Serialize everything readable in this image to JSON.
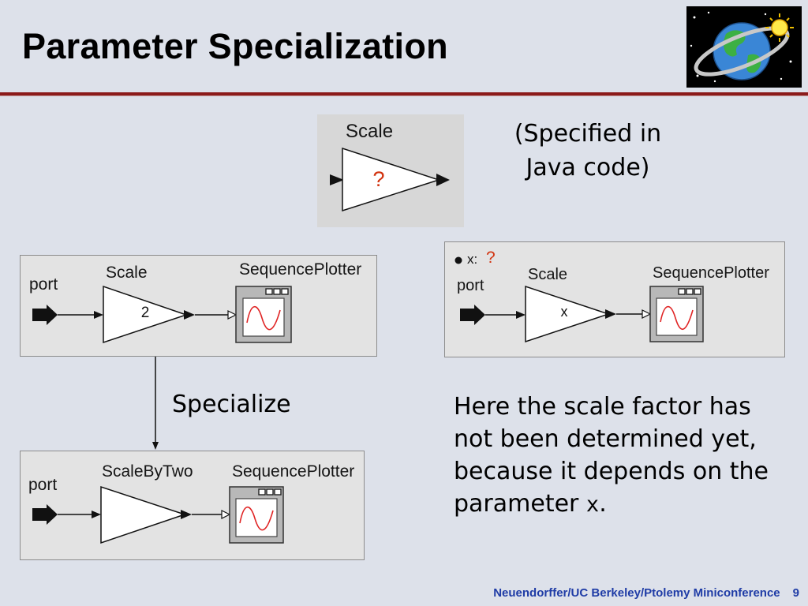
{
  "slide": {
    "title": "Parameter Specialization",
    "colors": {
      "background": "#dde1ea",
      "title_rule": "#8b1a1a",
      "footer_text": "#1f3ca6",
      "unknown_value": "#d2330f",
      "sine_wave": "#e02424"
    }
  },
  "icons": {
    "logo": "earth-orbit-sun-logo",
    "port": "input-port-arrow-icon",
    "actor": "scale-triangle-icon",
    "plotter": "sequence-plotter-icon"
  },
  "generic_actor": {
    "label": "Scale",
    "value": "?"
  },
  "java_note": {
    "lines": [
      "(Specified in",
      "Java code)"
    ]
  },
  "specialized_model": {
    "port": "port",
    "actor_label": "Scale",
    "actor_value": "2",
    "plotter_label": "SequencePlotter"
  },
  "parameterized_model": {
    "parameter_name": "x:",
    "parameter_value": "?",
    "port": "port",
    "actor_label": "Scale",
    "actor_value": "x",
    "plotter_label": "SequencePlotter"
  },
  "specialize_arrow": {
    "label": "Specialize"
  },
  "result_model": {
    "port": "port",
    "actor_label": "ScaleByTwo",
    "plotter_label": "SequencePlotter"
  },
  "explanation": {
    "lines": [
      "Here the scale factor has",
      "not been determined yet,",
      "because it depends on the"
    ],
    "last_line": {
      "prefix": "parameter ",
      "code": "x",
      "suffix": "."
    }
  },
  "footer": {
    "credit": "Neuendorffer/UC Berkeley/Ptolemy Miniconference",
    "page_number": "9"
  }
}
